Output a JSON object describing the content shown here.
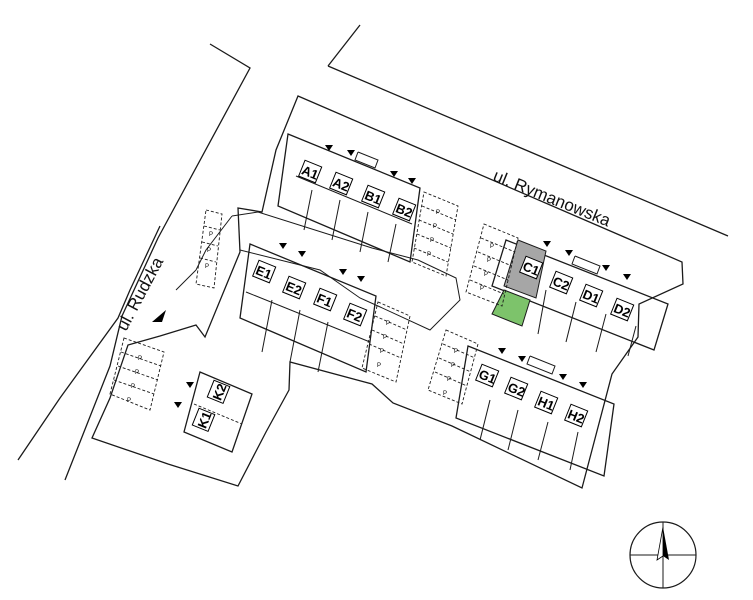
{
  "streets": {
    "north": "ul. Rymanowska",
    "west": "ul. Rudzka"
  },
  "units": [
    "A1",
    "A2",
    "B1",
    "B2",
    "C1",
    "C2",
    "D1",
    "D2",
    "E1",
    "E2",
    "F1",
    "F2",
    "G1",
    "G2",
    "H1",
    "H2",
    "K1",
    "K2"
  ],
  "parking_mark": "P",
  "highlight": {
    "selected_unit": "C1",
    "selected_color": "#a6a6a6",
    "garden_color": "#7dc36b"
  }
}
